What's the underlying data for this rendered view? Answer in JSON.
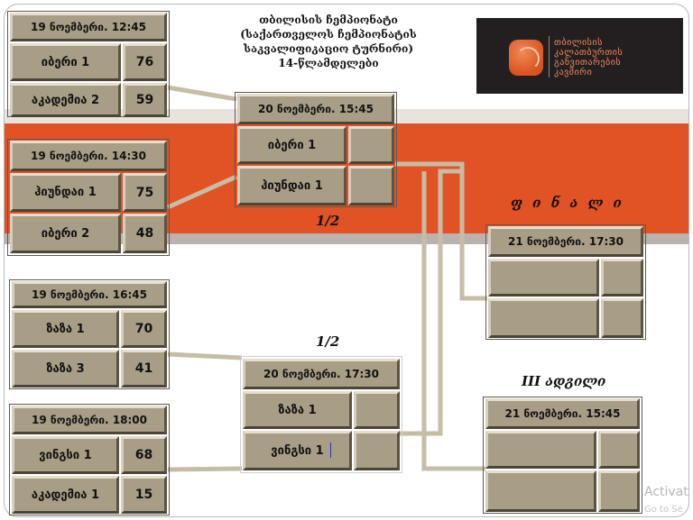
{
  "title": {
    "line1": "თბილისის  ჩემპიონატი",
    "line2": "(საქართველოს ჩემპიონატის",
    "line3": "საკვალიფიკაციო ტურნირი)",
    "line4": "14-წლამდელები"
  },
  "logo": {
    "line1": "თბილისის",
    "line2": "კალათბურთის",
    "line3": "განვითარების",
    "line4": "კავშირი"
  },
  "matches": {
    "r1m1": {
      "header": "19 ნოემბერი. 12:45",
      "team1": "იბერი 1",
      "score1": "76",
      "team2": "აკადემია 2",
      "score2": "59"
    },
    "r1m2": {
      "header": "19 ნოემბერი. 14:30",
      "team1": "ჰიუნდაი 1",
      "score1": "75",
      "team2": "იბერი 2",
      "score2": "48"
    },
    "r1m3": {
      "header": "19 ნოემბერი. 16:45",
      "team1": "ზაზა 1",
      "score1": "70",
      "team2": "ზაზა 3",
      "score2": "41"
    },
    "r1m4": {
      "header": "19 ნოემბერი. 18:00",
      "team1": "ვინგსი 1",
      "score1": "68",
      "team2": "აკადემია 1",
      "score2": "15"
    },
    "semi1": {
      "header": "20 ნოემბერი. 15:45",
      "team1": "იბერი 1",
      "score1": "",
      "team2": "ჰიუნდაი 1",
      "score2": ""
    },
    "semi2": {
      "header": "20 ნოემბერი. 17:30",
      "team1": "ზაზა 1",
      "score1": "",
      "team2": "ვინგსი 1",
      "score2": ""
    },
    "final": {
      "header": "21 ნოემბერი. 17:30",
      "team1": "",
      "score1": "",
      "team2": "",
      "score2": ""
    },
    "third": {
      "header": "21 ნოემბერი. 15:45",
      "team1": "",
      "score1": "",
      "team2": "",
      "score2": ""
    }
  },
  "labels": {
    "semi_top": "1/2",
    "semi_bottom": "1/2",
    "final": "ფ ი ნ ა ლ ი",
    "third_place": "III ადგილი"
  },
  "watermark": {
    "line1": "Activat",
    "line2": "Go to Se"
  },
  "colors": {
    "band_orange": "#e15224",
    "box_fill": "#a79e85",
    "connector": "#c6bda5",
    "logo_bg": "#231f20"
  }
}
